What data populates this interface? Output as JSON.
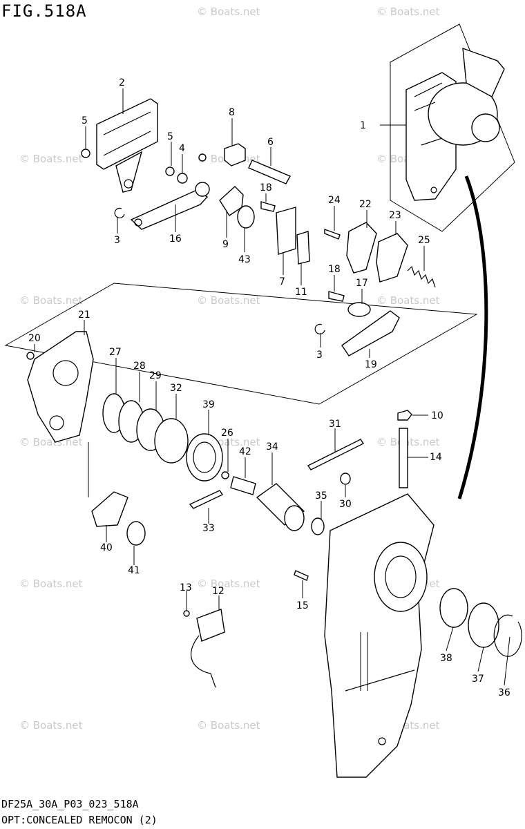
{
  "figure": {
    "title": "FIG.518A",
    "code": "DF25A_30A_P03_023_518A",
    "description": "OPT:CONCEALED REMOCON (2)"
  },
  "watermark": {
    "text": "© Boats.net"
  },
  "part_numbers": [
    "1",
    "2",
    "3",
    "3",
    "4",
    "5",
    "5",
    "6",
    "7",
    "8",
    "9",
    "10",
    "11",
    "12",
    "13",
    "14",
    "15",
    "16",
    "17",
    "18",
    "18",
    "19",
    "20",
    "21",
    "22",
    "23",
    "24",
    "25",
    "26",
    "27",
    "28",
    "29",
    "30",
    "31",
    "32",
    "33",
    "34",
    "35",
    "36",
    "37",
    "38",
    "39",
    "40",
    "41",
    "42",
    "43"
  ]
}
